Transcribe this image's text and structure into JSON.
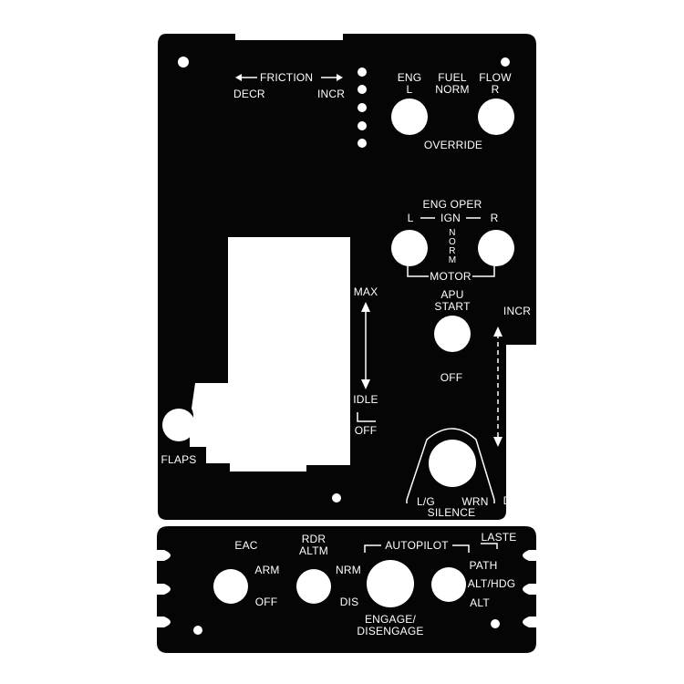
{
  "upper_panel": {
    "friction": {
      "title": "FRICTION",
      "left": "DECR",
      "right": "INCR"
    },
    "fuel_flow": {
      "eng_l": "ENG\nL",
      "fuel_norm": "FUEL\nNORM",
      "flow_r": "FLOW\nR",
      "override": "OVERRIDE"
    },
    "eng_oper": {
      "title": "ENG OPER",
      "left": "L",
      "ign": "IGN",
      "right": "R",
      "norm": "NORM",
      "motor": "MOTOR"
    },
    "throttle": {
      "max": "MAX",
      "idle": "IDLE",
      "off": "OFF"
    },
    "apu": {
      "start": "APU\nSTART",
      "off": "OFF"
    },
    "trim": {
      "incr": "INCR",
      "decr": "DECR"
    },
    "lg_warn": {
      "left": "L/G",
      "right": "WRN",
      "silence": "SILENCE"
    },
    "flaps": "FLAPS"
  },
  "lower_panel": {
    "eac": {
      "title": "EAC",
      "arm": "ARM",
      "off": "OFF"
    },
    "rdr_altm": {
      "title": "RDR\nALTM",
      "nrm": "NRM",
      "dis": "DIS"
    },
    "autopilot": {
      "title": "AUTOPILOT",
      "engage": "ENGAGE/\nDISENGAGE"
    },
    "modes": {
      "laste": "LASTE",
      "path": "PATH",
      "alt_hdg": "ALT/HDG",
      "alt": "ALT"
    }
  },
  "colors": {
    "panel": "#050505",
    "legend": "#ffffff",
    "background": "#ffffff"
  }
}
